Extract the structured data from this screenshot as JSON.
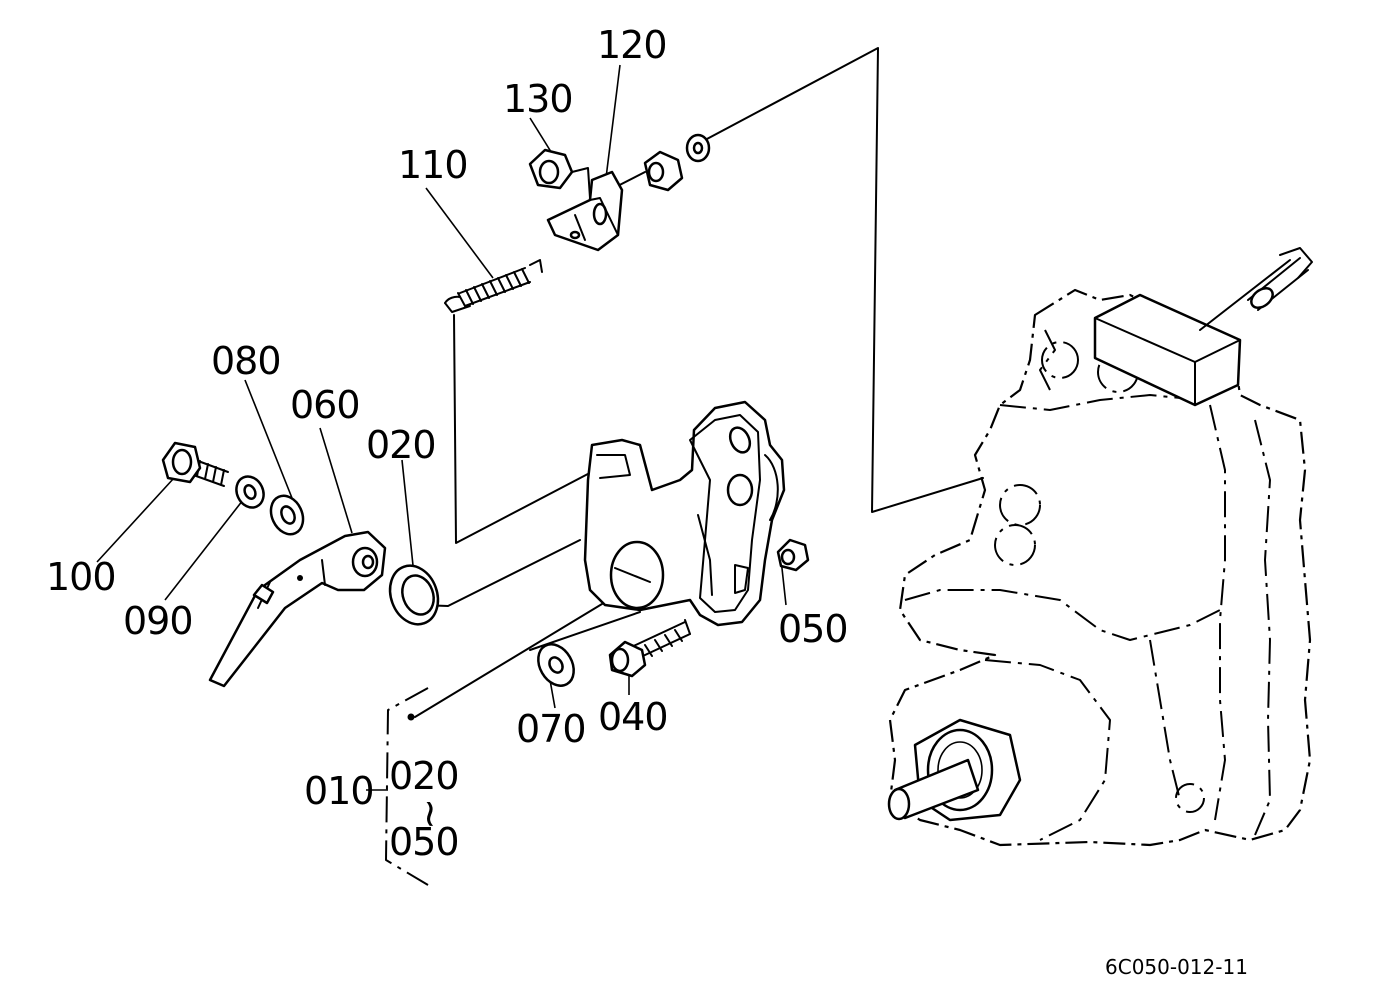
{
  "labels": {
    "p010": "010",
    "p020": "020",
    "p040": "040",
    "p050": "050",
    "p060": "060",
    "p070": "070",
    "p080": "080",
    "p090": "090",
    "p100": "100",
    "p110": "110",
    "p120": "120",
    "p130": "130"
  },
  "assembly_bracket": {
    "from": "020",
    "to": "050",
    "tilde": "~"
  },
  "drawing_code": "6C050-012-11"
}
